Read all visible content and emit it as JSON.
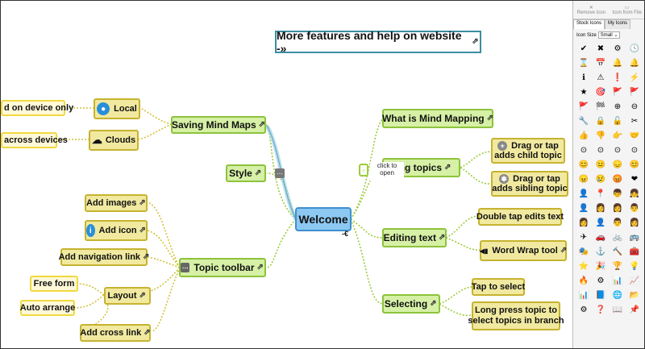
{
  "banner": {
    "text": "More features and help on website -»",
    "link_icon": "external-link-icon"
  },
  "center": {
    "label": "Welcome",
    "badge": "-€"
  },
  "tooltip": {
    "line1": "click to",
    "line2": "open"
  },
  "nodes": {
    "saving": "Saving Mind Maps",
    "local": "Local",
    "device_only": "d on device only",
    "clouds": "Clouds",
    "across_devices": "across devices",
    "style": "Style",
    "toolbar": "Topic toolbar",
    "add_images": "Add images",
    "add_icon": "Add icon",
    "add_nav": "Add navigation link",
    "layout": "Layout",
    "free_form": "Free form",
    "auto_arrange": "Auto arrange",
    "add_cross": "Add cross link",
    "what_is": "What is Mind Mapping",
    "adding": "ding topics",
    "drag_child_1": "Drag or tap",
    "drag_child_2": "adds child topic",
    "drag_sib_1": "Drag or tap",
    "drag_sib_2": "adds sibling topic",
    "editing": "Editing text",
    "double_tap": "Double tap edits text",
    "word_wrap": "Word Wrap tool",
    "selecting": "Selecting",
    "tap_select": "Tap to select",
    "long_press_1": "Long press topic to",
    "long_press_2": "select topics in branch"
  },
  "panel": {
    "remove_icon": "Remove Icon",
    "icon_from_file": "Icon from File",
    "tab_stock": "Stock Icons",
    "tab_my": "My Icons",
    "icon_size_label": "Icon Size",
    "icon_size_value": "Small",
    "icons": [
      "✔",
      "✖",
      "⚙",
      "🕓",
      "⌛",
      "📅",
      "🔔",
      "🔔",
      "ℹ",
      "⚠",
      "❗",
      "⚡",
      "★",
      "🎯",
      "🚩",
      "🚩",
      "🚩",
      "🏁",
      "⊕",
      "⊖",
      "🔧",
      "🔒",
      "🔓",
      "✂",
      "👍",
      "👎",
      "👉",
      "🤝",
      "⊙",
      "⊙",
      "⊙",
      "⊙",
      "😊",
      "😐",
      "😞",
      "😊",
      "😠",
      "😢",
      "😡",
      "❤",
      "👤",
      "📍",
      "👦",
      "👧",
      "👤",
      "👩",
      "👩",
      "👨",
      "👩",
      "👤",
      "👨",
      "👩",
      "✈",
      "🚗",
      "🚲",
      "🚌",
      "🎭",
      "⚓",
      "🔨",
      "🧰",
      "⭐",
      "🎉",
      "🏆",
      "💡",
      "🔥",
      "⚙",
      "📊",
      "📈",
      "📊",
      "📘",
      "🌐",
      "📂",
      "⚙",
      "❓",
      "📖",
      "📌",
      "🎵",
      "🎨",
      "📷",
      "💼",
      "⚽",
      "🎸",
      "🎲",
      "🌴"
    ]
  }
}
